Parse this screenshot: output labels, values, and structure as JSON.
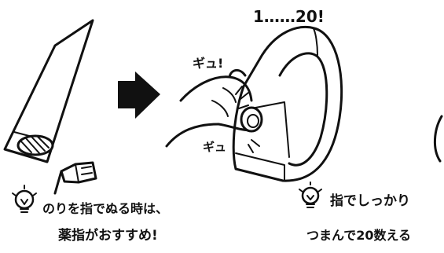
{
  "labels": {
    "count": "1……20!",
    "squeeze_top": "ギュ!",
    "squeeze_bottom": "ギュ",
    "tip_left_line1": "のりを指でぬる時は、",
    "tip_left_line2": "薬指がおすすめ!",
    "tip_right_line1": "指でしっかり",
    "tip_right_line2": "つまんで20数える"
  },
  "icons": {
    "arrow": "right-arrow-icon",
    "bulb": "lightbulb-icon"
  }
}
